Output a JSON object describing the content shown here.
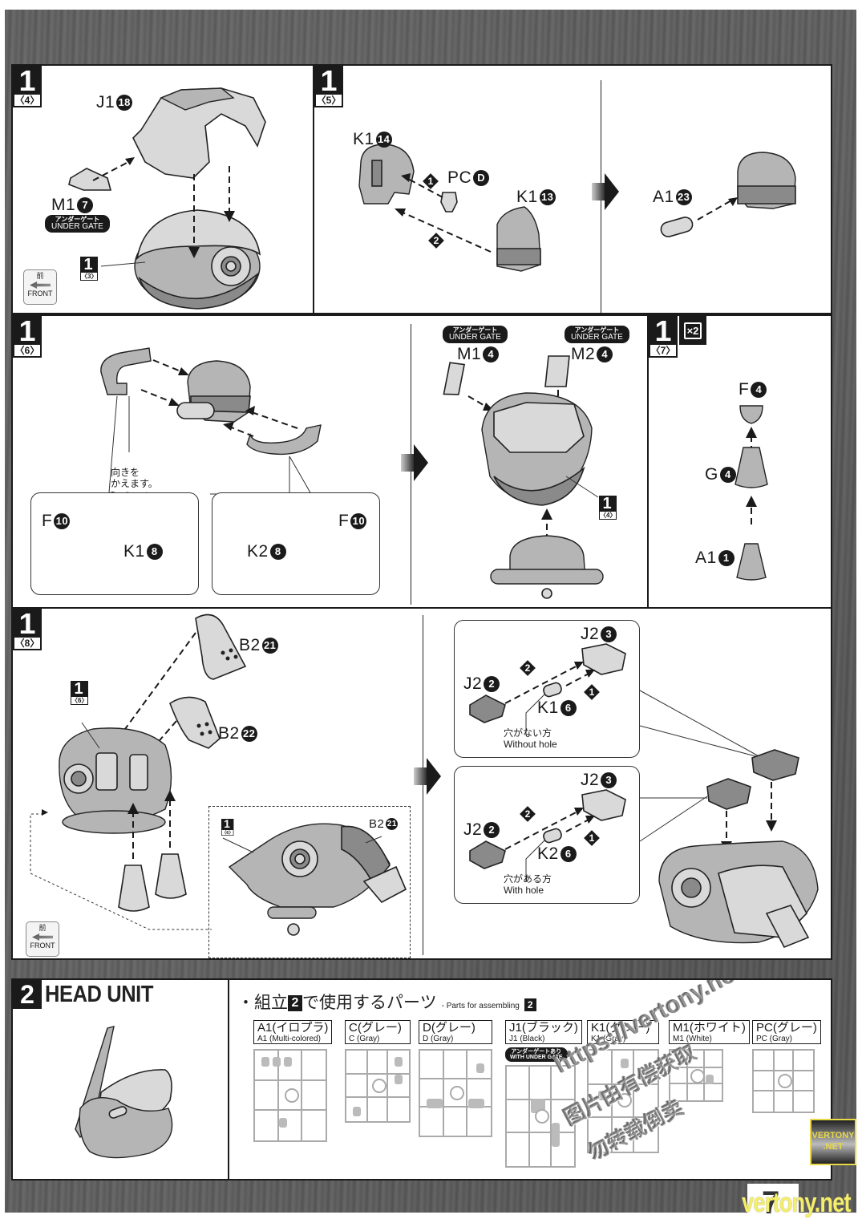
{
  "page": {
    "number": "7",
    "site_mark": "vertony.net",
    "logo_line1": "VERTONY",
    "logo_line2": ".NET",
    "watermark_lines": [
      "https://vertony.net/ 仅供参考,",
      "图片由有偿获取",
      "勿转载倒卖"
    ]
  },
  "steps": [
    {
      "id": "step-1-4",
      "badge": "1",
      "sub": "〈4〉",
      "parts": [
        {
          "code": "J1",
          "num": "18"
        },
        {
          "code": "M1",
          "num": "7",
          "under_gate": true
        }
      ],
      "ref_badge": {
        "num": "1",
        "sub": "〈3〉"
      },
      "front_icon": {
        "jp": "前",
        "en": "FRONT"
      }
    },
    {
      "id": "step-1-5",
      "badge": "1",
      "sub": "〈5〉",
      "parts": [
        {
          "code": "K1",
          "num": "14"
        },
        {
          "code": "PC",
          "num": "D"
        },
        {
          "code": "K1",
          "num": "13"
        },
        {
          "code": "A1",
          "num": "23"
        }
      ],
      "order": [
        "1",
        "2"
      ]
    },
    {
      "id": "step-1-6",
      "badge": "1",
      "sub": "〈6〉",
      "note_jp_1": "向きを",
      "note_jp_2": "かえます。",
      "note_en": "Turn the part.",
      "left_callout": [
        {
          "code": "F",
          "num": "10"
        },
        {
          "code": "K1",
          "num": "8"
        }
      ],
      "right_callout": [
        {
          "code": "K2",
          "num": "8"
        },
        {
          "code": "F",
          "num": "10"
        }
      ],
      "result": {
        "parts": [
          {
            "code": "M1",
            "num": "4",
            "under_gate": true
          },
          {
            "code": "M2",
            "num": "4",
            "under_gate": true
          }
        ],
        "ref_badge": {
          "num": "1",
          "sub": "〈4〉"
        }
      }
    },
    {
      "id": "step-1-7",
      "badge": "1",
      "sub": "〈7〉",
      "multiplier": "×2",
      "parts": [
        {
          "code": "F",
          "num": "4"
        },
        {
          "code": "G",
          "num": "4"
        },
        {
          "code": "A1",
          "num": "1"
        }
      ]
    },
    {
      "id": "step-1-8",
      "badge": "1",
      "sub": "〈8〉",
      "parts": [
        {
          "code": "B2",
          "num": "21"
        },
        {
          "code": "B2",
          "num": "22"
        }
      ],
      "ref_badge": {
        "num": "1",
        "sub": "〈6〉"
      },
      "inset": {
        "ref_badge": {
          "num": "1",
          "sub": "〈6〉"
        },
        "part": {
          "code": "B2",
          "num": "21"
        }
      },
      "front_icon": {
        "jp": "前",
        "en": "FRONT"
      },
      "callouts": [
        {
          "parts": [
            {
              "code": "J2",
              "num": "3"
            },
            {
              "code": "J2",
              "num": "2"
            },
            {
              "code": "K1",
              "num": "6"
            }
          ],
          "order": [
            "2",
            "1"
          ],
          "note_jp": "穴がない方",
          "note_en": "Without hole"
        },
        {
          "parts": [
            {
              "code": "J2",
              "num": "3"
            },
            {
              "code": "J2",
              "num": "2"
            },
            {
              "code": "K2",
              "num": "6"
            }
          ],
          "order": [
            "2",
            "1"
          ],
          "note_jp": "穴がある方",
          "note_en": "With hole"
        }
      ]
    }
  ],
  "under_gate": {
    "jp": "アンダーゲート",
    "en": "UNDER GATE",
    "with_jp": "アンダーゲートあり",
    "with_en": "WITH UNDER GATE"
  },
  "head_unit": {
    "step_number": "2",
    "title": "HEAD UNIT",
    "parts_heading_pre": "・組立",
    "parts_heading_num": "2",
    "parts_heading_post": "で使用するパーツ",
    "parts_heading_en": "- Parts for assembling",
    "runners": [
      {
        "jp": "A1(イロプラ)",
        "en": "A1 (Multi-colored)"
      },
      {
        "jp": "C(グレー)",
        "en": "C (Gray)"
      },
      {
        "jp": "D(グレー)",
        "en": "D (Gray)"
      },
      {
        "jp": "J1(ブラック)",
        "en": "J1 (Black)",
        "under_gate": true
      },
      {
        "jp": "K1(グレー)",
        "en": "K1 (Gray)"
      },
      {
        "jp": "M1(ホワイト)",
        "en": "M1 (White)"
      },
      {
        "jp": "PC(グレー)",
        "en": "PC (Gray)"
      }
    ]
  }
}
